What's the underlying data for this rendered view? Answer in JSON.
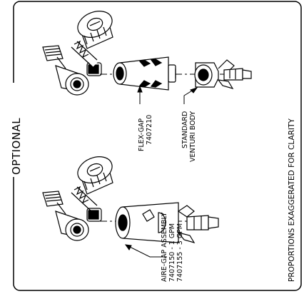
{
  "section_label": "OPTIONAL",
  "labels": {
    "flex_gap_name": "FLEX-GAP",
    "flex_gap_part": "7407210",
    "venturi_line1": "STANDARD",
    "venturi_line2": "VENTURI BODY",
    "aire_gap_line1": "AIRE-GAP ASSEMBLY",
    "aire_gap_line2": "7407150 - 1 GPM",
    "aire_gap_line3": "7407155 - 3 GPM",
    "note": "PROPORTIONS EXAGGERATED FOR CLARITY"
  },
  "colors": {
    "line": "#000000",
    "background": "#ffffff"
  }
}
